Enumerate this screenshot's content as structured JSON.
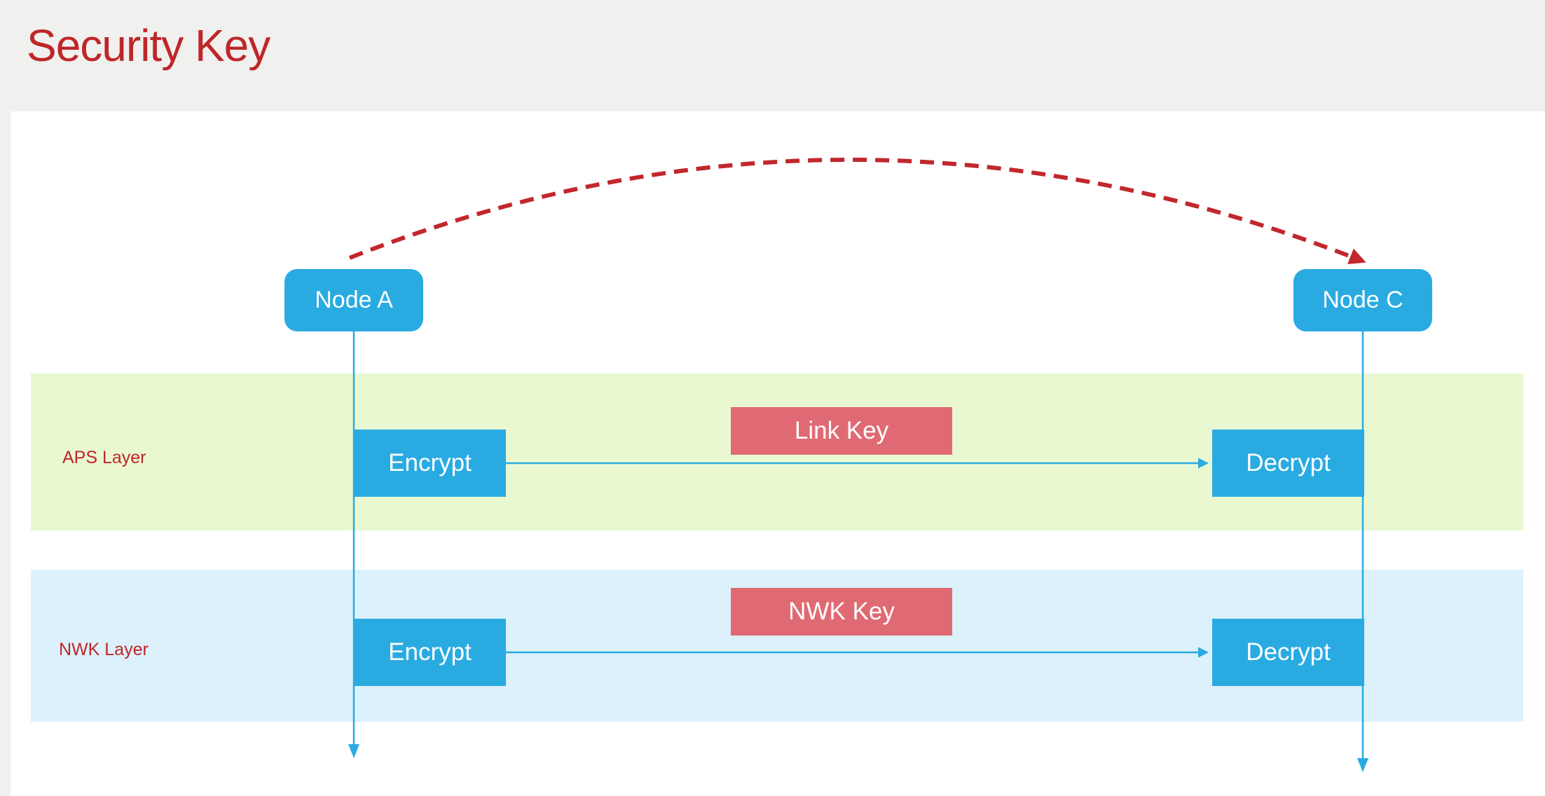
{
  "title": "Security Key",
  "nodes": {
    "left": "Node A",
    "right": "Node C"
  },
  "layers": [
    {
      "name": "APS Layer",
      "key_label": "Link Key",
      "encrypt_label": "Encrypt",
      "decrypt_label": "Decrypt"
    },
    {
      "name": "NWK Layer",
      "key_label": "NWK Key",
      "encrypt_label": "Encrypt",
      "decrypt_label": "Decrypt"
    }
  ],
  "colors": {
    "title_red": "#bf2629",
    "arc_red": "#c1272d",
    "node_blue": "#29abe2",
    "key_red": "#e06a73",
    "aps_band": "#eaf8d2",
    "nwk_band": "#dcf1fb",
    "header_bg": "#f0f0ee"
  }
}
